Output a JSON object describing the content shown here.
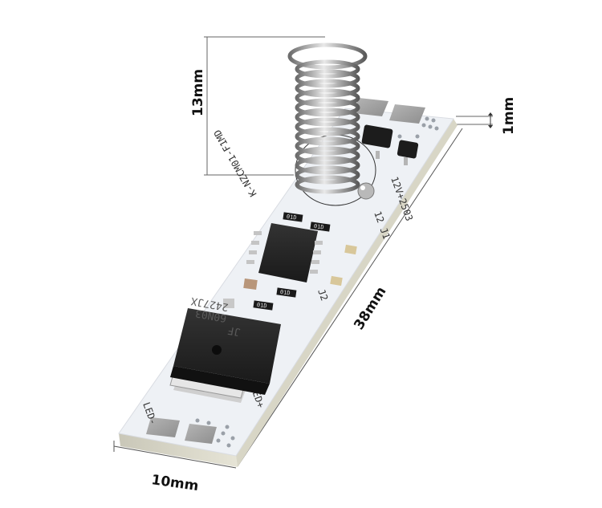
{
  "photo": {
    "subject": "touch-sensor-led-dimmer-module",
    "background_color": "#ffffff",
    "pcb_color": "#eef1f5",
    "dimension_line_color": "#555555"
  },
  "dimensions": {
    "spring_height": "13mm",
    "board_thickness": "1mm",
    "board_length": "38mm",
    "board_width": "10mm"
  },
  "silkscreen": {
    "model": "K-NZCM01-F1MD",
    "voltage": "12V+2503",
    "jumper_1": "12 J1",
    "jumper_2": "J2",
    "led_plus": "LED+",
    "led_minus": "LED-"
  },
  "components": {
    "mosfet_line1": "JF",
    "mosfet_line2": "60N03",
    "mosfet_line3": "2427JX",
    "resistor_code": "01D"
  }
}
